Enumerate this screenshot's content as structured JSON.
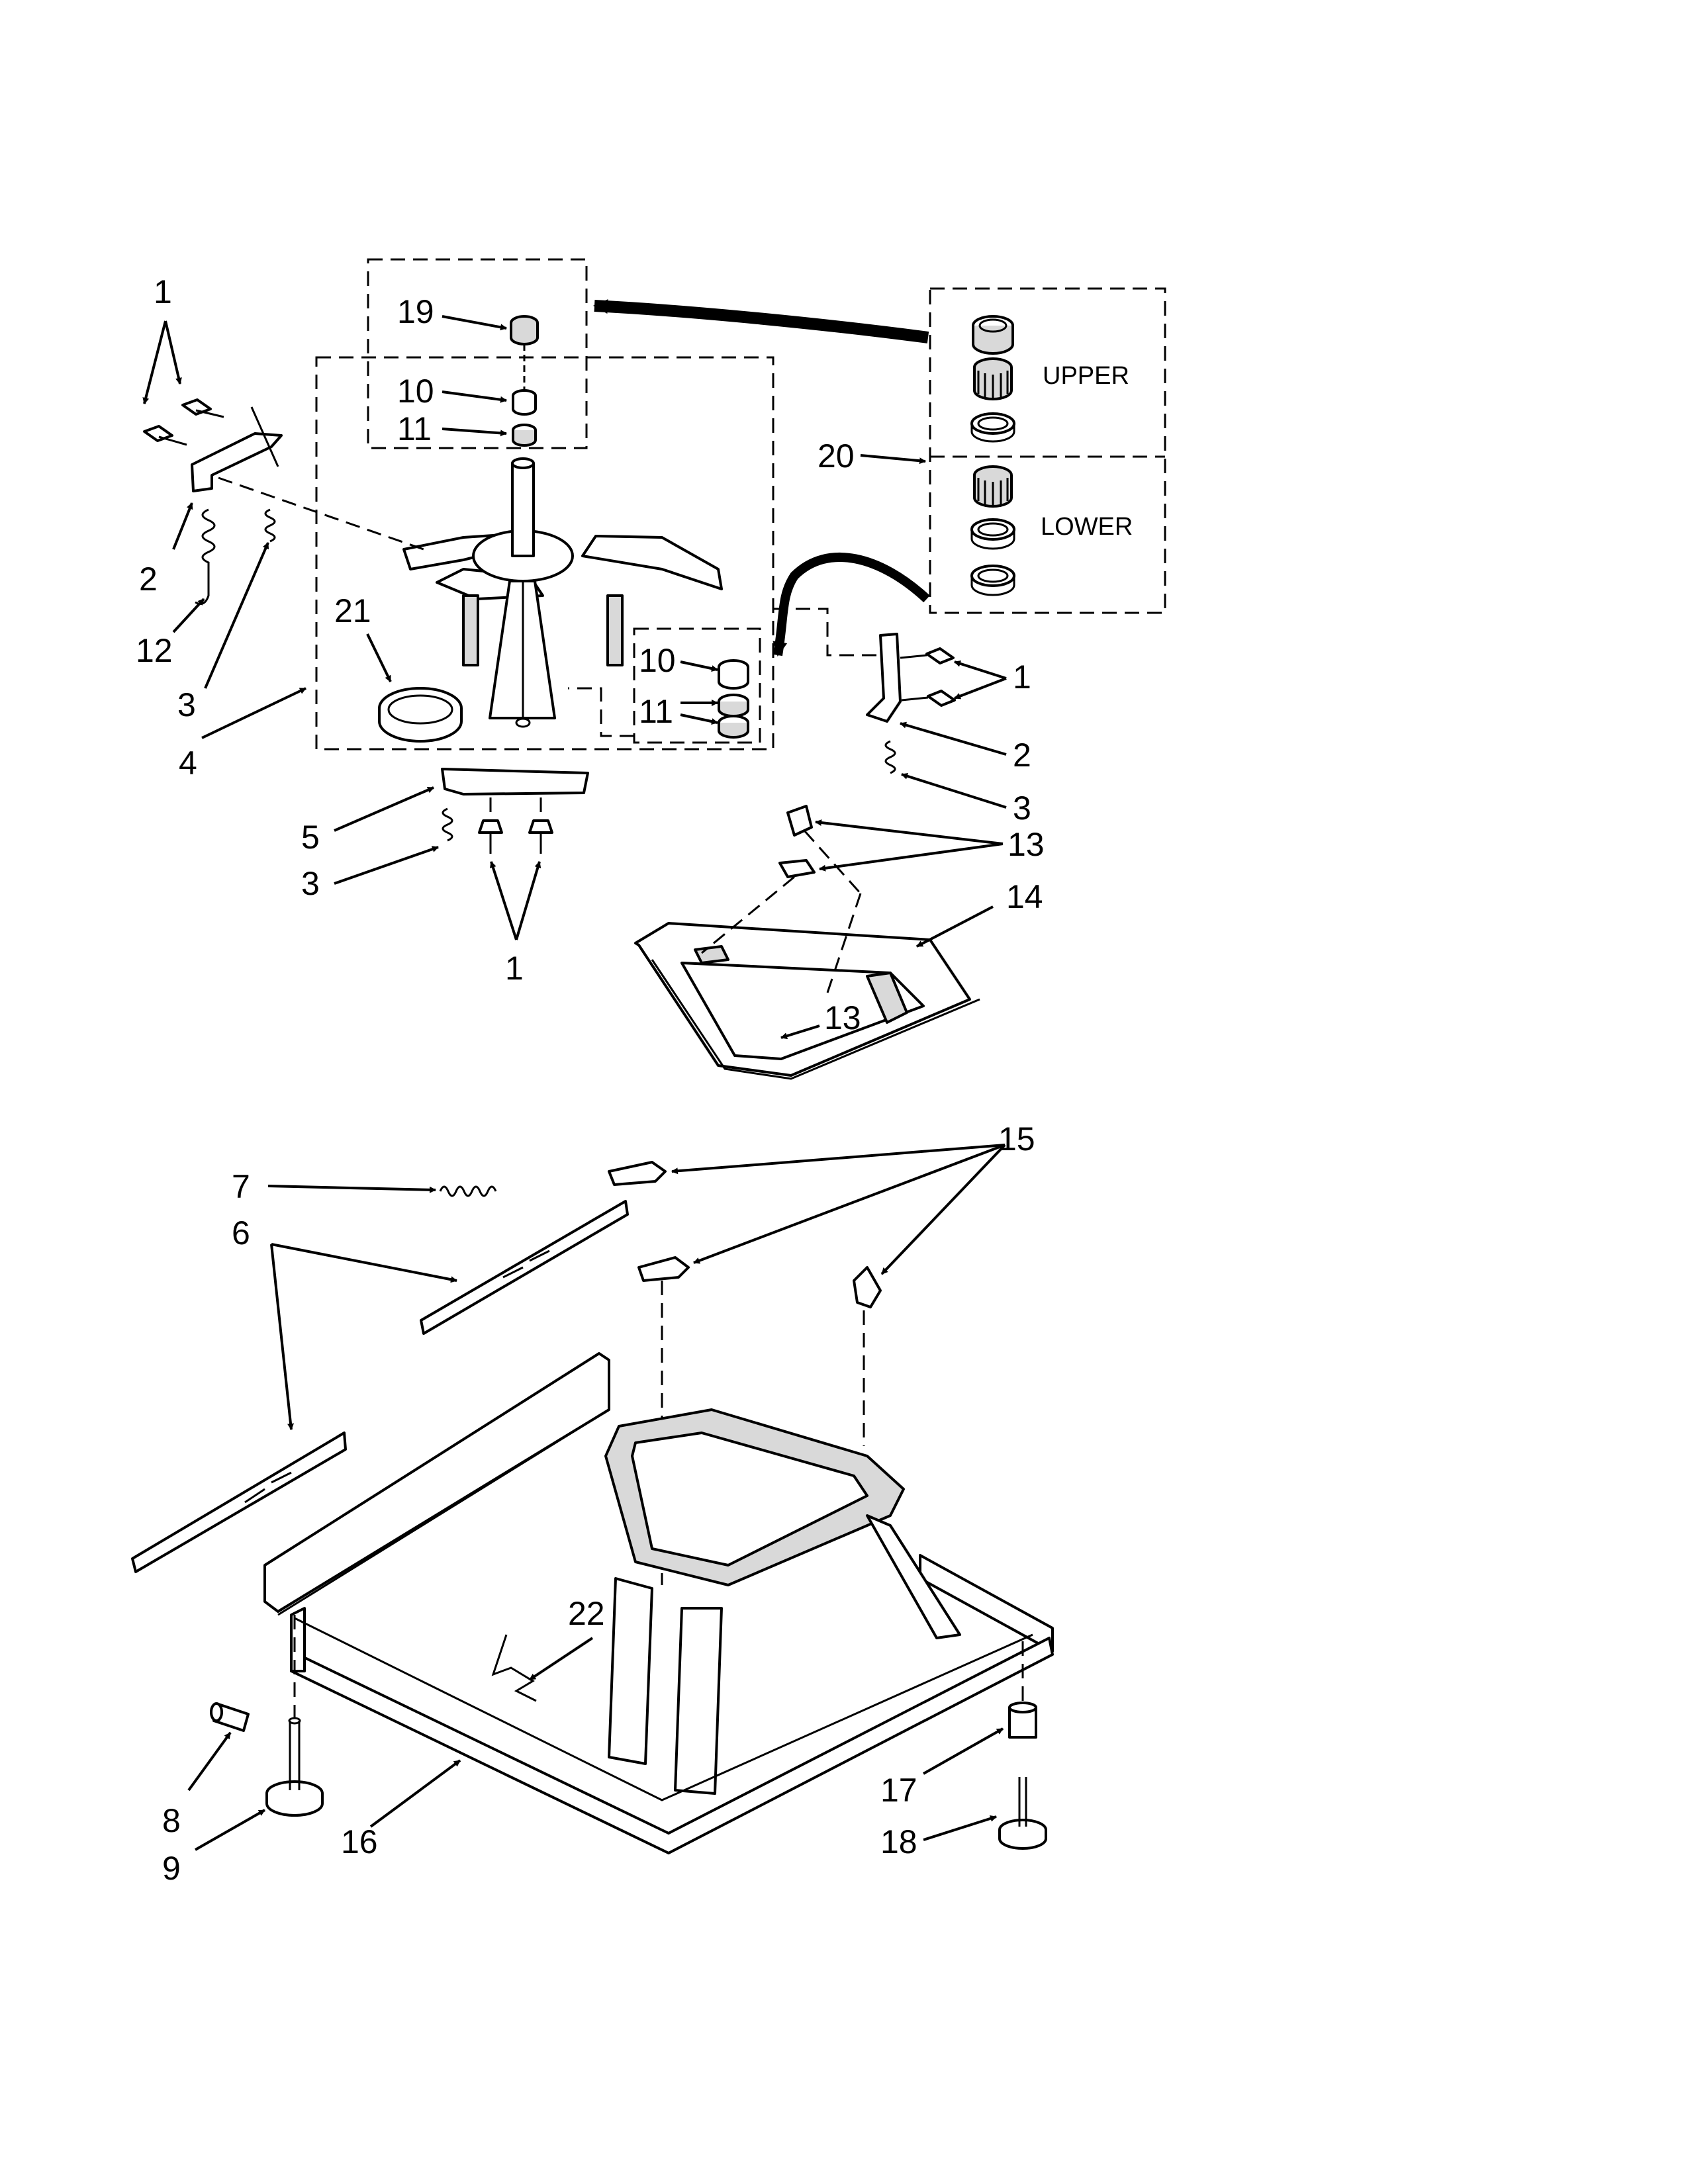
{
  "diagram": {
    "labels": {
      "p1a": "1",
      "p1b": "1",
      "p1c": "1",
      "p2a": "2",
      "p2b": "2",
      "p3a": "3",
      "p3b": "3",
      "p3c": "3",
      "p4": "4",
      "p5": "5",
      "p6": "6",
      "p7": "7",
      "p8": "8",
      "p9": "9",
      "p10a": "10",
      "p10b": "10",
      "p11a": "11",
      "p11b": "11",
      "p12": "12",
      "p13a": "13",
      "p13b": "13",
      "p14": "14",
      "p15": "15",
      "p16": "16",
      "p17": "17",
      "p18": "18",
      "p19": "19",
      "p20": "20",
      "p21": "21",
      "p22": "22"
    },
    "kit_upper_label": "UPPER",
    "kit_lower_label": "LOWER"
  }
}
